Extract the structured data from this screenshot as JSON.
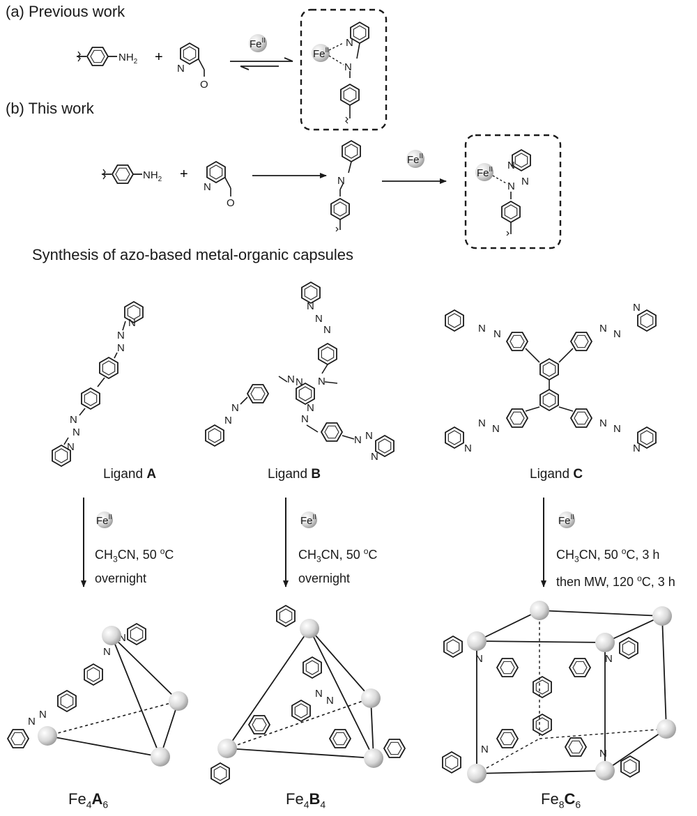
{
  "section_a_label": "(a) Previous work",
  "section_b_label": "(b) This work",
  "synthesis_heading": "Synthesis of azo-based metal-organic capsules",
  "fe_label": "Fe",
  "fe_sup": "II",
  "nh2": "NH",
  "nh2_sub": "2",
  "plus": "+",
  "ligands": [
    {
      "prefix": "Ligand ",
      "letter": "A"
    },
    {
      "prefix": "Ligand ",
      "letter": "B"
    },
    {
      "prefix": "Ligand ",
      "letter": "C"
    }
  ],
  "conditions": {
    "a": [
      "CH",
      "3",
      "CN, 50 ",
      "o",
      "C",
      "overnight"
    ],
    "b": [
      "CH",
      "3",
      "CN, 50 ",
      "o",
      "C",
      "overnight"
    ],
    "c_line1": [
      "CH",
      "3",
      "CN, 50 ",
      "o",
      "C, 3 h"
    ],
    "c_line2": [
      "then MW, 120 ",
      "o",
      "C, 3 h"
    ]
  },
  "products": [
    {
      "fe": "Fe",
      "fe_sub": "4",
      "lig": "A",
      "lig_sub": "6"
    },
    {
      "fe": "Fe",
      "fe_sub": "4",
      "lig": "B",
      "lig_sub": "4"
    },
    {
      "fe": "Fe",
      "fe_sub": "8",
      "lig": "C",
      "lig_sub": "6"
    }
  ]
}
